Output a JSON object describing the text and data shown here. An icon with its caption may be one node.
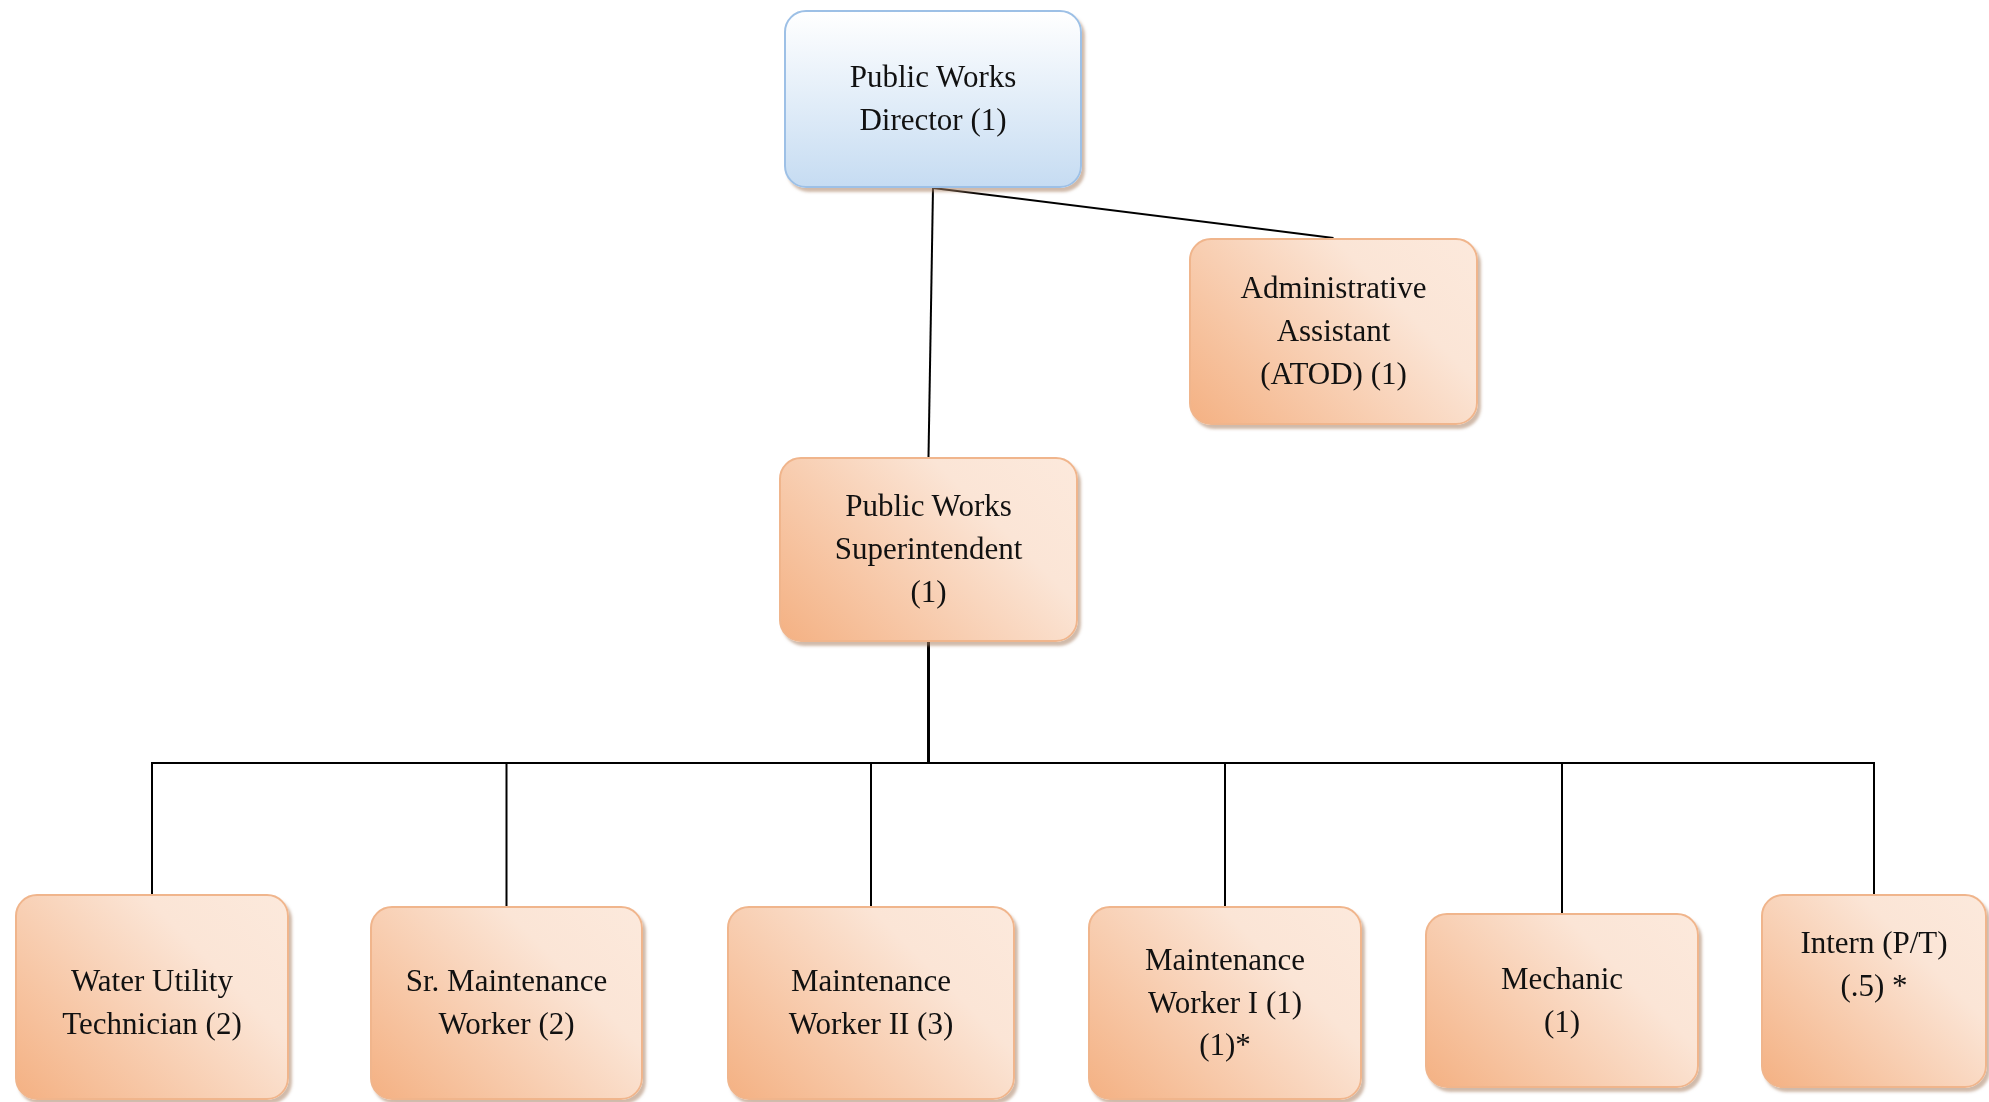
{
  "diagram": {
    "nodes": [
      {
        "text": [
          "Public Works Director (1)"
        ]
      },
      {
        "text": [
          "Administrative Assistant (ATOD) (1)"
        ]
      },
      {
        "text": [
          "Public Works Superintendent (1)"
        ]
      },
      {
        "text": [
          "Water Utility Technician (2)"
        ]
      },
      {
        "text": [
          "Sr. Maintenance Worker (2)"
        ]
      },
      {
        "text": [
          "Maintenance Worker II (3)"
        ]
      },
      {
        "text": [
          "Maintenance Worker I (1) (1)*"
        ]
      },
      {
        "text": [
          "Mechanic (1)"
        ]
      },
      {
        "text": [
          "Intern (P/T) (.5) *"
        ]
      }
    ],
    "edges": [
      {
        "from": 0,
        "to": 2,
        "arrow": "none"
      },
      {
        "from": 0,
        "to": 1,
        "arrow": "none"
      },
      {
        "from": 2,
        "to": 3,
        "arrow": "none"
      },
      {
        "from": 2,
        "to": 4,
        "arrow": "none"
      },
      {
        "from": 2,
        "to": 5,
        "arrow": "none"
      },
      {
        "from": 2,
        "to": 6,
        "arrow": "none"
      },
      {
        "from": 2,
        "to": 7,
        "arrow": "none"
      },
      {
        "from": 2,
        "to": 8,
        "arrow": "none"
      }
    ]
  }
}
